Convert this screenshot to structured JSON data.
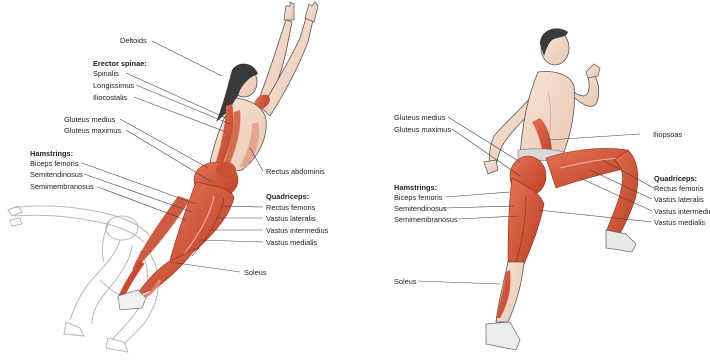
{
  "left_figure": {
    "deltoids": "Deltoids",
    "erector_header": "Erector spinae:",
    "spinalis": "Spinalis",
    "longissimus": "Longissimus",
    "iliocostalis": "Iliocostalis",
    "gluteus_medius": "Gluteus medius",
    "gluteus_maximus": "Gluteus maximus",
    "hamstrings_header": "Hamstrings:",
    "biceps_femoris": "Biceps femoris",
    "semitendinosus": "Semitendinosus",
    "semimembranosus": "Semimembranosus",
    "rectus_abdominis": "Rectus abdominis",
    "quadriceps_header": "Quadriceps:",
    "rectus_femoris": "Rectus femoris",
    "vastus_lateralis": "Vastus lateralis",
    "vastus_intermedius": "Vastus intermedius",
    "vastus_medialis": "Vastus medialis",
    "soleus": "Soleus"
  },
  "right_figure": {
    "gluteus_medius": "Gluteus medius",
    "gluteus_maximus": "Gluteus maximus",
    "iliopsoas": "Iliopsoas",
    "hamstrings_header": "Hamstrings:",
    "biceps_femoris": "Biceps femoris",
    "semitendinosus": "Semitendinosus",
    "semimembranosus": "Semimembranosus",
    "quadriceps_header": "Quadriceps:",
    "rectus_femoris": "Rectus femoris",
    "vastus_lateralis": "Vastus lateralis",
    "vastus_intermedius": "Vastus intermediu",
    "vastus_medialis": "Vastus medialis",
    "soleus": "Soleus"
  },
  "colors": {
    "muscle": "#d95a3c",
    "muscle_dark": "#b83f26",
    "skin": "#f4dccb",
    "outline": "#555555",
    "ghost_outline": "#b5b5b5",
    "leader_line": "#444444",
    "hair": "#3a3a3a"
  }
}
